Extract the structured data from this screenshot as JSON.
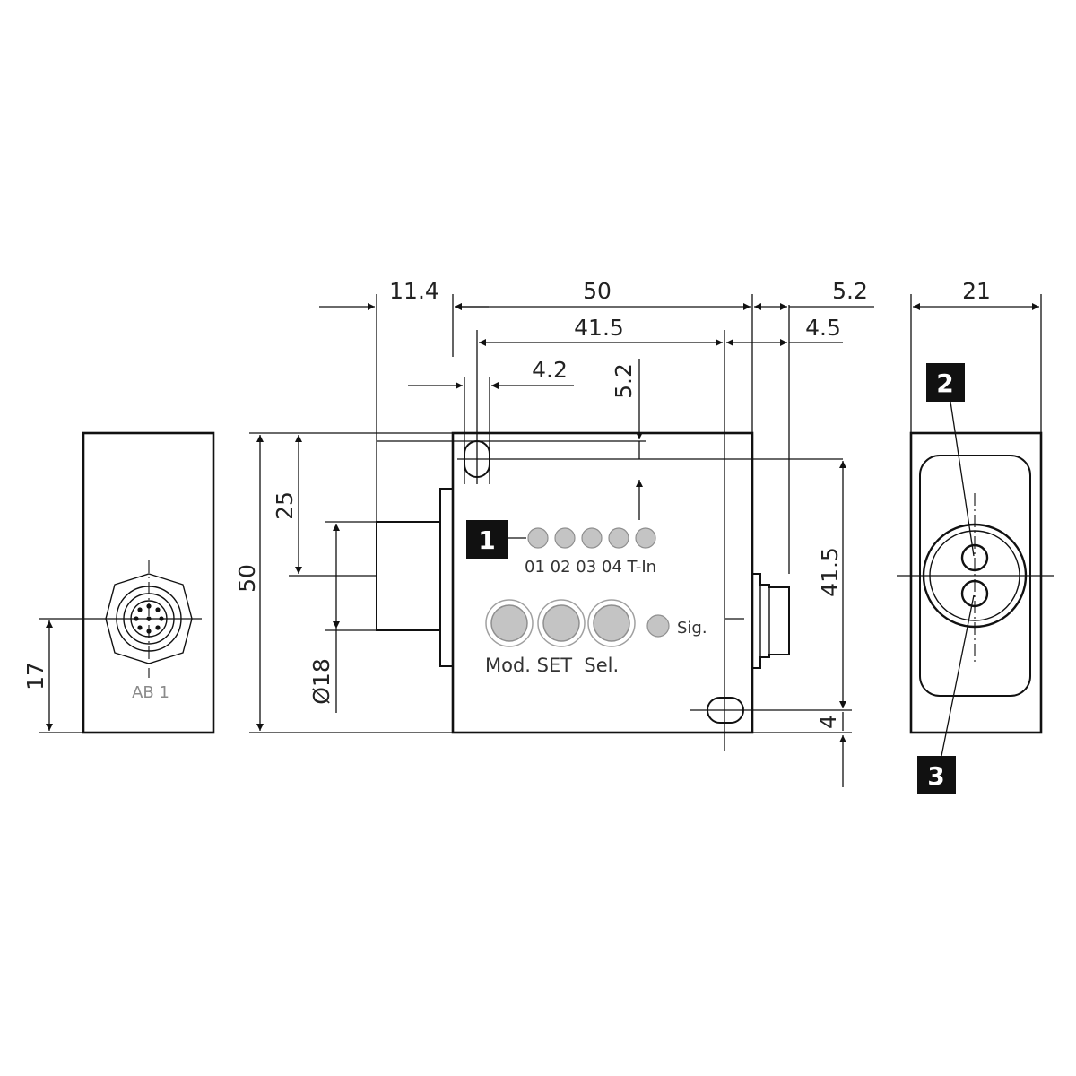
{
  "dimensions": {
    "d_11_4": "11.4",
    "d_50_top": "50",
    "d_5_2_top": "5.2",
    "d_41_5_top": "41.5",
    "d_4_5": "4.5",
    "d_4_2": "4.2",
    "d_5_2_vert": "5.2",
    "d_25": "25",
    "d_50_left": "50",
    "d_18_dia": "Ø18",
    "d_41_5_right": "41.5",
    "d_4": "4",
    "d_17": "17",
    "d_21": "21"
  },
  "labels": {
    "led_labels": "01 02 03 04 T-In",
    "sig_label": "Sig.",
    "button_labels": "Mod. SET  Sel.",
    "connector_label": "AB 1"
  },
  "callouts": {
    "c1": "1",
    "c2": "2",
    "c3": "3"
  }
}
